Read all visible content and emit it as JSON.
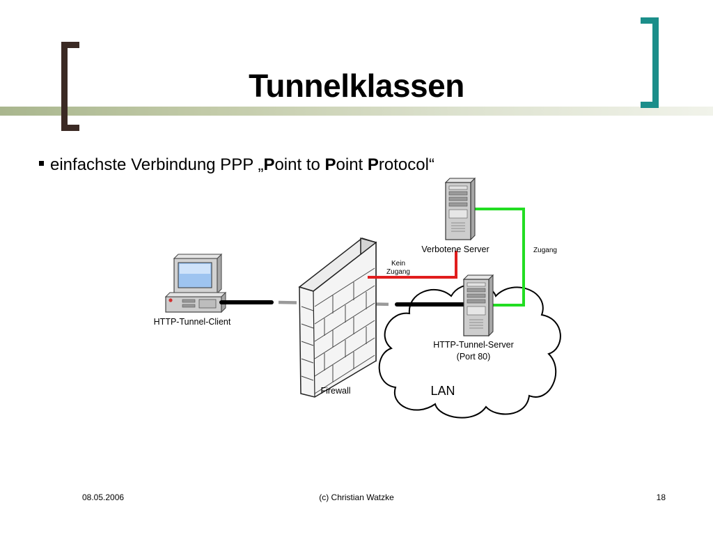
{
  "slide": {
    "title": "Tunnelklassen",
    "bullet": {
      "lead": "einfachste Verbindung PPP „",
      "p1": "P",
      "w1": "oint to ",
      "p2": "P",
      "w2": "oint ",
      "p3": "P",
      "w3": "rotocol“"
    }
  },
  "diagram": {
    "client_label": "HTTP-Tunnel-Client",
    "firewall_label": "Firewall",
    "forbidden_server_label": "Verbotene Server",
    "tunnel_server_label_line1": "HTTP-Tunnel-Server",
    "tunnel_server_label_line2": "(Port 80)",
    "lan_label": "LAN",
    "no_access_line1": "Kein",
    "no_access_line2": "Zugang",
    "access_label": "Zugang",
    "colors": {
      "no_access_link": "#e11d1d",
      "access_link": "#22dd22",
      "connection": "#000000",
      "tunnel_through_firewall": "#9a9a9a"
    }
  },
  "footer": {
    "date": "08.05.2006",
    "author": "(c) Christian Watzke",
    "page": "18"
  },
  "theme": {
    "bracket_left_color": "#3b2a24",
    "bracket_right_color": "#1b8e8a"
  }
}
